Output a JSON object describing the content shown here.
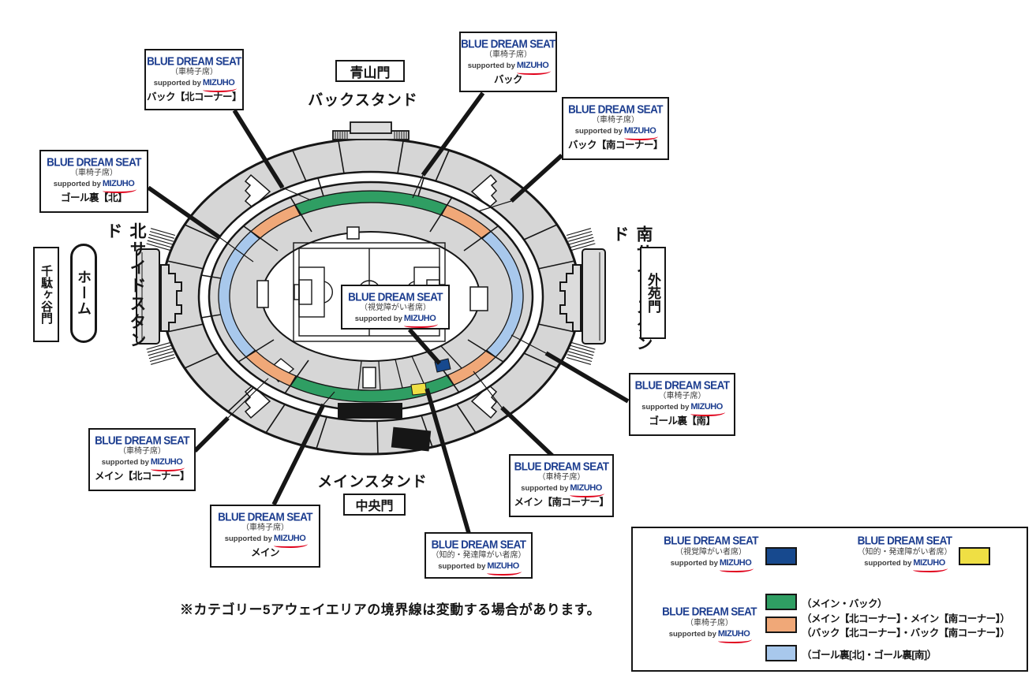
{
  "brand": {
    "title": "BLUE DREAM SEAT",
    "supported_by": "supported by",
    "sponsor": "MIZUHO"
  },
  "seat_types": {
    "wheelchair": "（車椅子席）",
    "visual": "（視覚障がい者席）",
    "intellectual": "（知的・発達障がい者席）"
  },
  "areas": {
    "back_north": "バック【北コーナー】",
    "back": "バック",
    "back_south": "バック【南コーナー】",
    "goal_back_north": "ゴール裏【北】",
    "goal_back_south": "ゴール裏【南】",
    "main_north": "メイン【北コーナー】",
    "main": "メイン",
    "main_south": "メイン【南コーナー】"
  },
  "stadium_labels": {
    "aoyama_gate": "青山門",
    "back_stand": "バックスタンド",
    "north_side_stand": "北サイドスタンド",
    "south_side_stand": "南サイドスタンド",
    "home": "ホーム",
    "sendagaya_gate": "千駄ヶ谷門",
    "gaien_gate": "外苑門",
    "main_stand": "メインスタンド",
    "chuo_gate": "中央門"
  },
  "note": "※カテゴリー5アウェイエリアの境界線は変動する場合があります。",
  "legend": {
    "green_label": "（メイン・バック）",
    "orange_label_line1": "（メイン【北コーナー】・メイン【南コーナー】）",
    "orange_label_line2": "（バック【北コーナー】・バック【南コーナー】）",
    "blue_label": "（ゴール裏[北]・ゴール裏[南]）"
  },
  "colors": {
    "brand_blue": "#1c3d8f",
    "swoosh_red": "#e0001a",
    "seat_navy": "#17498e",
    "seat_yellow": "#efdf44",
    "seat_green": "#2f9e63",
    "seat_orange": "#f0a878",
    "seat_light_blue": "#a8c8ec",
    "stand_gray": "#d6d6d6",
    "line_black": "#161616"
  }
}
